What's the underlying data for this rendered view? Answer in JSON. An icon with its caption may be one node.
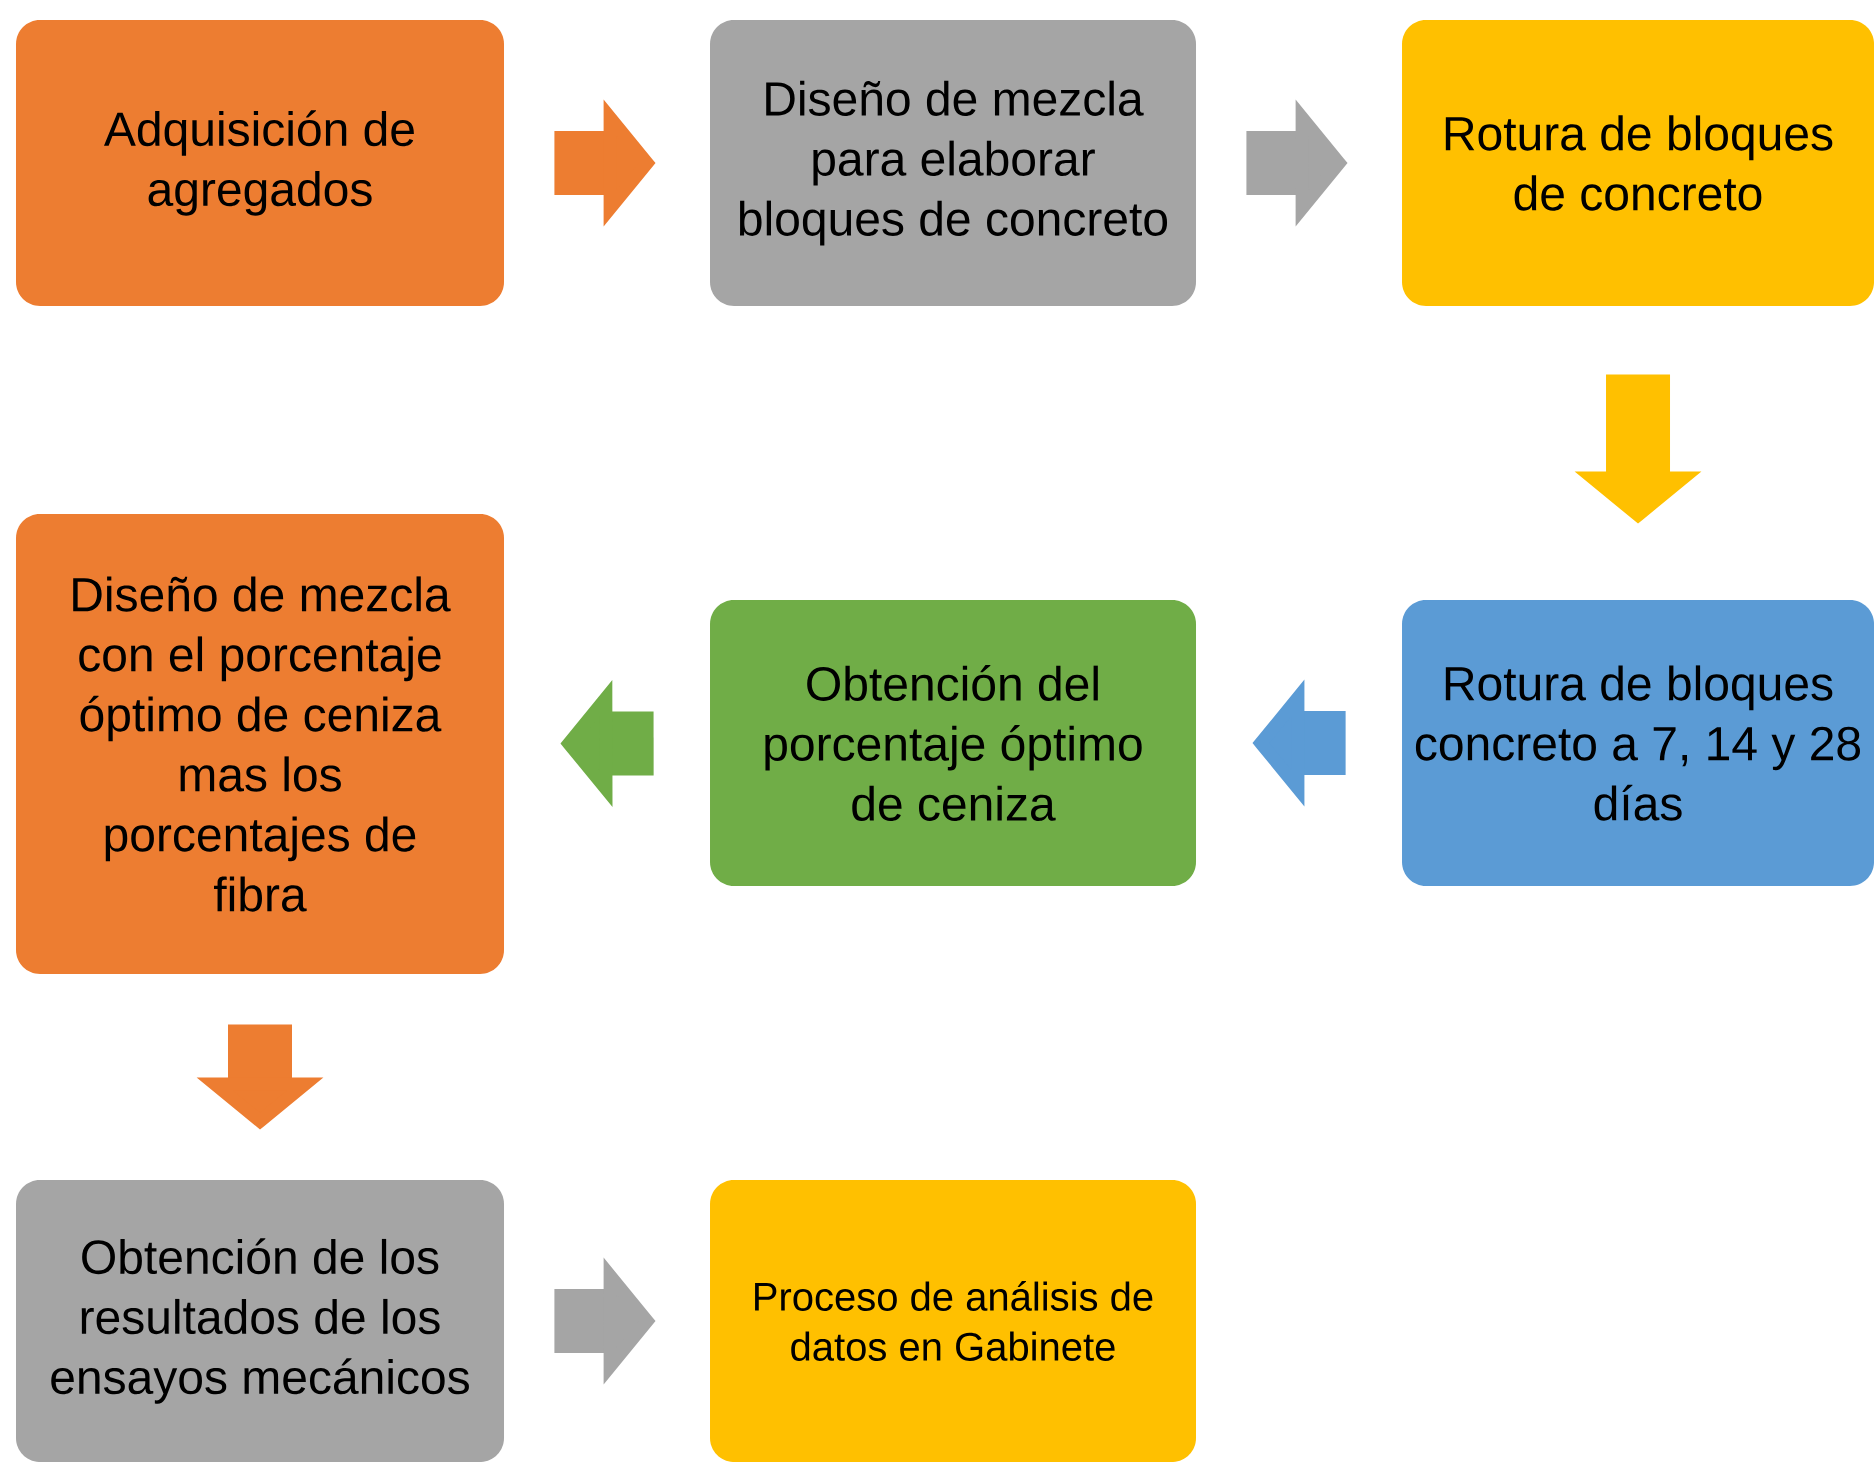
{
  "diagram": {
    "nodes": [
      {
        "text": [
          "Adquisición de agregados"
        ]
      },
      {
        "text": [
          "Diseño de mezcla para elaborar bloques de concreto"
        ]
      },
      {
        "text": [
          "Rotura de bloques de concreto"
        ]
      },
      {
        "text": [
          "Rotura de bloques concreto a 7, 14 y 28 días"
        ]
      },
      {
        "text": [
          "Obtención del porcentaje óptimo de ceniza"
        ]
      },
      {
        "text": [
          "Diseño de mezcla con el porcentaje óptimo de ceniza mas los porcentajes de fibra"
        ]
      },
      {
        "text": [
          "Obtención de los resultados de los ensayos mecánicos"
        ]
      },
      {
        "text": [
          "Proceso de análisis de datos en Gabinete"
        ]
      }
    ],
    "edges": [
      {
        "from": 0,
        "to": 1,
        "arrow": "to",
        "color": "#ed7d31"
      },
      {
        "from": 1,
        "to": 2,
        "arrow": "to",
        "color": "#a5a5a5"
      },
      {
        "from": 2,
        "to": 3,
        "arrow": "to",
        "color": "#ffc000"
      },
      {
        "from": 3,
        "to": 4,
        "arrow": "to",
        "color": "#5b9bd5"
      },
      {
        "from": 4,
        "to": 5,
        "arrow": "to",
        "color": "#70ad47"
      },
      {
        "from": 5,
        "to": 6,
        "arrow": "to",
        "color": "#ed7d31"
      },
      {
        "from": 6,
        "to": 7,
        "arrow": "to",
        "color": "#a5a5a5"
      }
    ]
  }
}
